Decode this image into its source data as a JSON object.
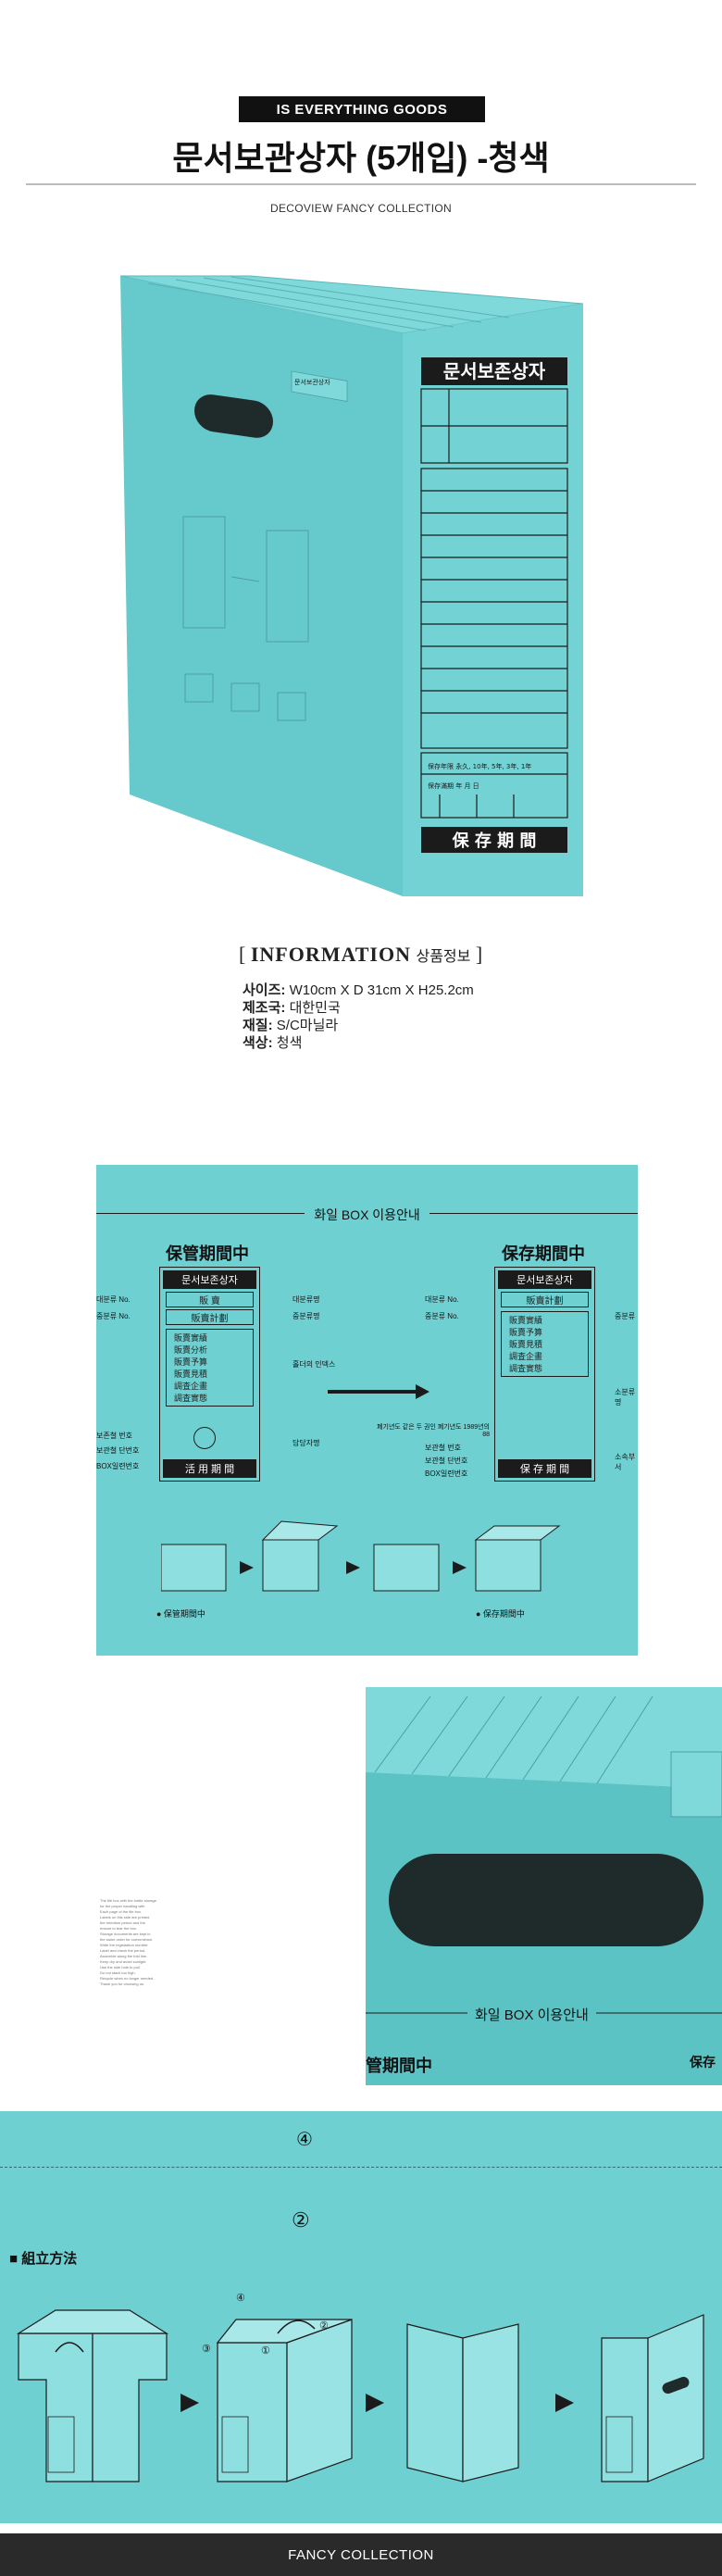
{
  "header": {
    "badge": "IS EVERYTHING GOODS",
    "title": "문서보관상자 (5개입) -청색",
    "subtitle": "DECOVIEW FANCY COLLECTION"
  },
  "product_box": {
    "side_label_top": "문서보존상자",
    "side_label_bottom": "保 存 期 間",
    "top_tab": "문서보관상자",
    "retention_row": "保存年限 永久, 10年, 5年, 3年, 1年",
    "retention_row2": "保存滿期 年 月 日"
  },
  "information": {
    "heading_en": "INFORMATION",
    "heading_kr": "상품정보",
    "rows": [
      {
        "label": "사이즈:",
        "value": " W10cm X D 31cm X H25.2cm"
      },
      {
        "label": "제조국:",
        "value": " 대한민국"
      },
      {
        "label": "재질:",
        "value": " S/C마닐라"
      },
      {
        "label": "색상:",
        "value": " 청색"
      }
    ]
  },
  "guide": {
    "panel_title": "화일 BOX 이용안내",
    "left_heading": "保管期間中",
    "right_heading": "保存期間中",
    "box_label": "문서보존상자",
    "left_labels": [
      "대분류 No.",
      "중분류 No.",
      "보존철 번호",
      "보관철 단번호",
      "BOX일련번호"
    ],
    "left_right_labels": [
      "대분류명",
      "중분류명",
      "홀더의 인덱스",
      "담당자명"
    ],
    "left_rows": [
      "販 賣",
      "販賣計劃",
      "販賣實績",
      "販賣分析",
      "販賣予算",
      "販賣見積",
      "調査企畫",
      "調査實態"
    ],
    "left_bottom": "活 用 期 間",
    "right_labels": [
      "대분류 No.",
      "중분류 No.",
      "폐기년도 같은 두 권인 폐기년도 1989년의 88",
      "보관철 번호",
      "보관철 단번호",
      "BOX일련번호"
    ],
    "right_right_labels": [
      "중분류",
      "소분류명",
      "소속부서"
    ],
    "right_rows": [
      "販賣計劃",
      "販賣實績",
      "販賣予算",
      "販賣見積",
      "調査企畫",
      "調査實態"
    ],
    "right_bottom": "保 存 期 間",
    "step_left": "● 保管期間中",
    "step_right": "● 保存期間中"
  },
  "closeup": {
    "panel_title": "화일 BOX 이용안내",
    "heading_fragment": "管期間中",
    "right_fragment": "保存"
  },
  "notes_text": [
    "The file box with the bottle storage",
    "for the proper handling with",
    "Each page of the file box.",
    "Labels on this side are printed",
    "the retention period and the",
    "ensure to tear the box.",
    "Storage documents are kept in",
    "the same order for convenience.",
    "Write the registration number.",
    "Label and check the period.",
    "Assemble along the fold line.",
    "Keep dry and avoid sunlight.",
    "Use the side hole to pull.",
    "Do not stack too high.",
    "Recycle when no longer needed.",
    "Thank you for choosing us."
  ],
  "assembly": {
    "marker_top": "④",
    "marker_mid": "②",
    "title": "■ 組立方法",
    "step_marks": [
      "④",
      "③",
      "①",
      "②"
    ]
  },
  "footer": {
    "text": "FANCY COLLECTION"
  },
  "colors": {
    "teal": "#6fd0d2",
    "teal_dark": "#5cc3c5",
    "ink": "#1b1b1b"
  }
}
